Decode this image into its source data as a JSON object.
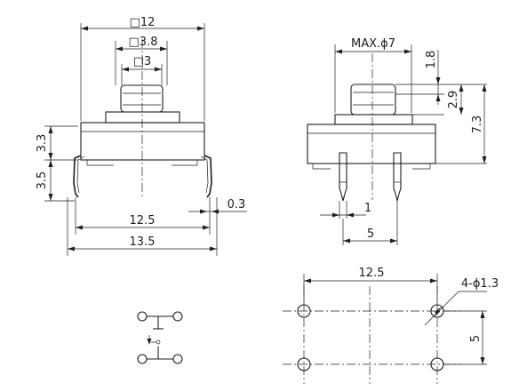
{
  "front_view": {
    "dims": {
      "body_square": "□12",
      "cap_square": "□3.8",
      "actuator_square": "□3",
      "height_upper": "3.3",
      "height_lower": "3.5",
      "pitch": "12.5",
      "overall_width": "13.5",
      "lead_thickness": "0.3"
    }
  },
  "side_view": {
    "dims": {
      "max_diameter": "MAX.ϕ7",
      "travel": "1.8",
      "stem_height": "2.9",
      "total_height": "7.3",
      "lead_width": "1",
      "lead_pitch": "5"
    }
  },
  "footprint": {
    "dims": {
      "hole_pitch_x": "12.5",
      "hole_spec": "4-ϕ1.3",
      "hole_pitch_y": "5"
    }
  },
  "schematic": {}
}
